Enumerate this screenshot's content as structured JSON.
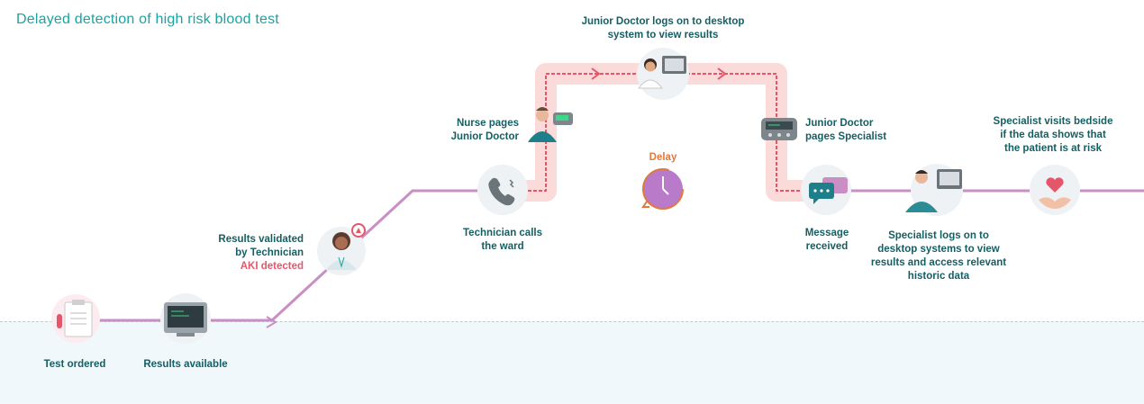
{
  "title": "Delayed detection of high risk blood test",
  "labels": {
    "test_ordered": "Test ordered",
    "results_available": "Results available",
    "results_validated_1": "Results validated",
    "results_validated_2": "by Technician",
    "aki_detected": "AKI detected",
    "technician_calls_1": "Technician calls",
    "technician_calls_2": "the ward",
    "nurse_pages_1": "Nurse pages",
    "nurse_pages_2": "Junior Doctor",
    "junior_logs_1": "Junior Doctor logs on to desktop",
    "junior_logs_2": "system to view results",
    "delay": "Delay",
    "junior_pages_1": "Junior Doctor",
    "junior_pages_2": "pages Specialist",
    "message_received_1": "Message",
    "message_received_2": "received",
    "specialist_logs_1": "Specialist logs on to",
    "specialist_logs_2": "desktop systems to view",
    "specialist_logs_3": "results and access relevant",
    "specialist_logs_4": "historic data",
    "specialist_visits_1": "Specialist visits bedside",
    "specialist_visits_2": "if the data shows that",
    "specialist_visits_3": "the patient is at risk"
  },
  "colors": {
    "accent": "#1aa3a3",
    "path": "#c98fc4",
    "delay_path": "#e5566b",
    "delay_glow": "#fbdada",
    "label": "#155e62",
    "warning": "#e5566b"
  }
}
